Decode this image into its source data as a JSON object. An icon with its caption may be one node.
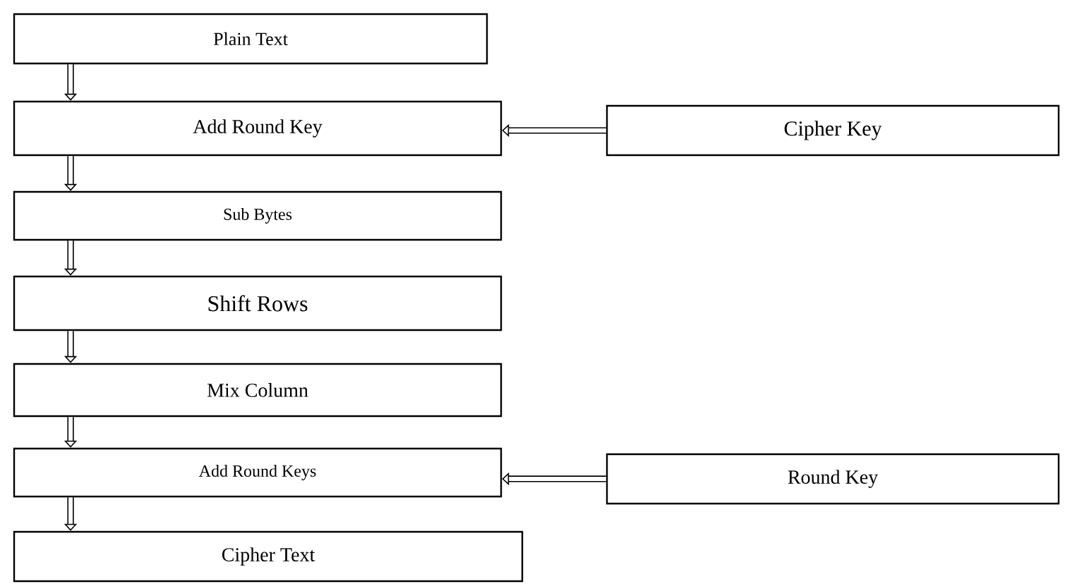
{
  "diagram": {
    "nodes": [
      {
        "text": [
          "Plain Text"
        ]
      },
      {
        "text": [
          "Add Round Key"
        ]
      },
      {
        "text": [
          "Cipher Key"
        ]
      },
      {
        "text": [
          "Sub Bytes"
        ]
      },
      {
        "text": [
          "Shift Rows"
        ]
      },
      {
        "text": [
          "Mix Column"
        ]
      },
      {
        "text": [
          "Add Round Keys"
        ]
      },
      {
        "text": [
          "Round Key"
        ]
      },
      {
        "text": [
          "Cipher Text"
        ]
      }
    ],
    "edges": [
      {
        "from": 0,
        "to": 1,
        "arrow": "to"
      },
      {
        "from": 2,
        "to": 1,
        "arrow": "to"
      },
      {
        "from": 1,
        "to": 3,
        "arrow": "to"
      },
      {
        "from": 3,
        "to": 4,
        "arrow": "to"
      },
      {
        "from": 4,
        "to": 5,
        "arrow": "to"
      },
      {
        "from": 5,
        "to": 6,
        "arrow": "to"
      },
      {
        "from": 7,
        "to": 6,
        "arrow": "to"
      },
      {
        "from": 6,
        "to": 8,
        "arrow": "to"
      }
    ]
  }
}
